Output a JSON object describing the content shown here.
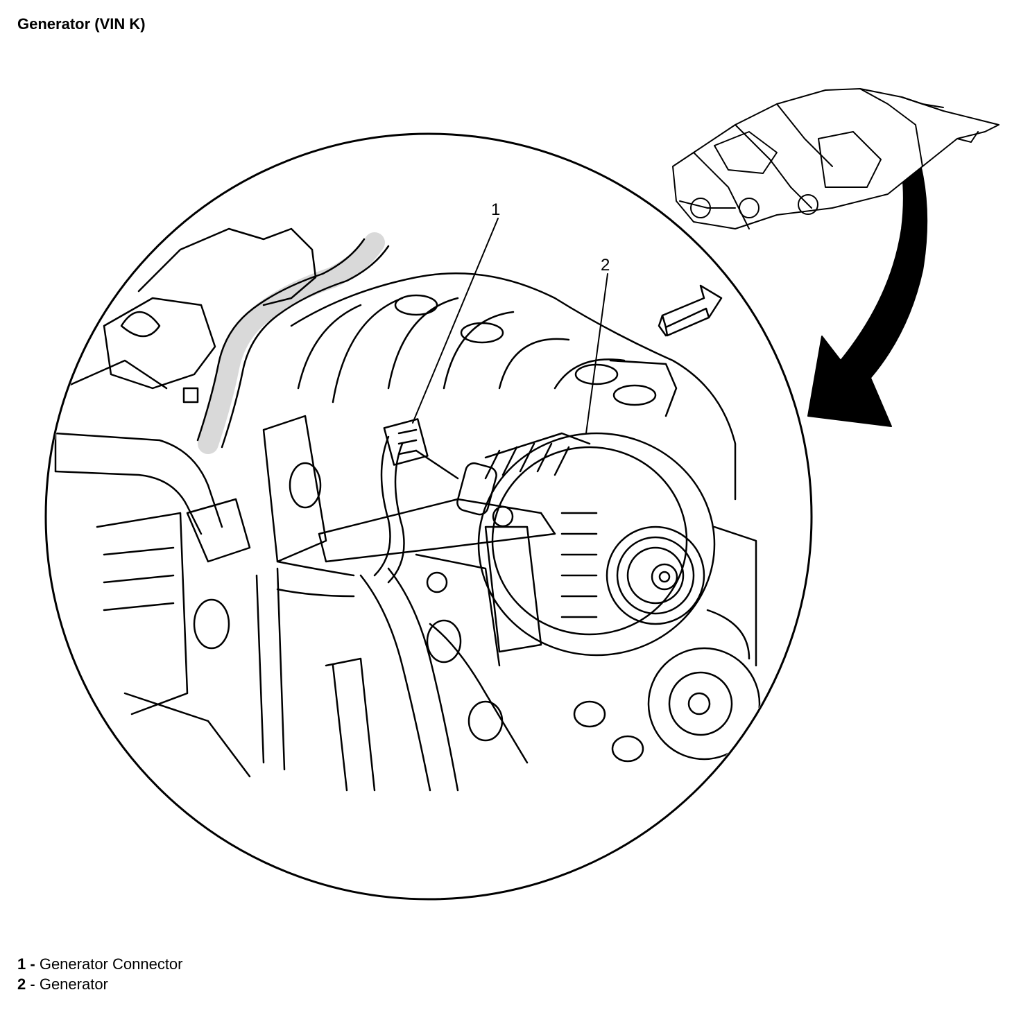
{
  "title": "Generator (VIN K)",
  "callouts": [
    {
      "number": "1",
      "label": "Generator Connector"
    },
    {
      "number": "2",
      "label": "Generator"
    }
  ],
  "legend_separator": "-",
  "icons": [
    "vehicle-body-icon",
    "view-direction-arrow-icon",
    "curved-arrow-icon"
  ]
}
